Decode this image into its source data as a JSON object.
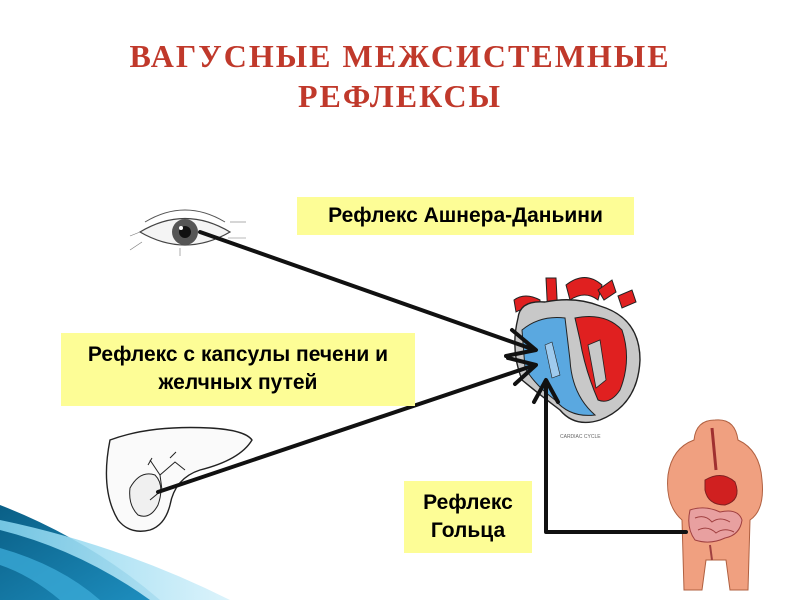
{
  "slide": {
    "title": "ВАГУСНЫЕ  МЕЖСИСТЕМНЫЕ\nРЕФЛЕКСЫ",
    "title_color": "#c0392b",
    "label_bg": "#fdfd96",
    "accent_color": "#1e8fc0"
  },
  "labels": {
    "ashner": "Рефлекс  Ашнера-Даньини",
    "liver": "Рефлекс с капсулы печени и\nжелчных   путей",
    "golts": "Рефлекс\nГольца"
  },
  "heart": {
    "caption": "CARDIAC CYCLE",
    "icon": "heart-icon"
  },
  "eye": {
    "icon": "eye-icon"
  },
  "liver": {
    "icon": "liver-icon"
  },
  "abdomen": {
    "icon": "digestive-system-icon"
  }
}
